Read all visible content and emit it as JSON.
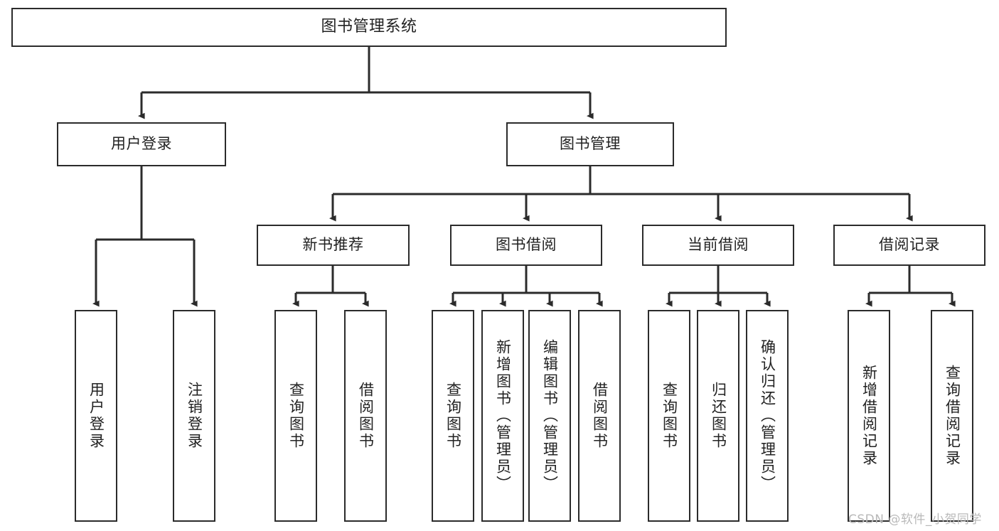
{
  "diagram": {
    "type": "tree",
    "title": "图书管理系统",
    "orientation": "top-down",
    "colors": {
      "background": "#ffffff",
      "node_border": "#2b2b2b",
      "node_fill": "#ffffff",
      "edge": "#2b2b2b",
      "text": "#222222",
      "watermark": "#b9b9b9"
    },
    "nodes": {
      "root": {
        "label": "图书管理系统"
      },
      "level2": [
        {
          "id": "user-login",
          "label": "用户登录"
        },
        {
          "id": "book-manage",
          "label": "图书管理"
        }
      ],
      "level3": [
        {
          "id": "new-book-recommend",
          "label": "新书推荐"
        },
        {
          "id": "book-borrow",
          "label": "图书借阅"
        },
        {
          "id": "current-borrow",
          "label": "当前借阅"
        },
        {
          "id": "borrow-record",
          "label": "借阅记录"
        }
      ],
      "leaves": [
        {
          "id": "leaf-user-login",
          "label": "用户登录",
          "parent": "user-login"
        },
        {
          "id": "leaf-logout-login",
          "label": "注销登录",
          "parent": "user-login"
        },
        {
          "id": "leaf-query-book-1",
          "label": "查询图书",
          "parent": "new-book-recommend"
        },
        {
          "id": "leaf-borrow-book-1",
          "label": "借阅图书",
          "parent": "new-book-recommend"
        },
        {
          "id": "leaf-query-book-2",
          "label": "查询图书",
          "parent": "book-borrow"
        },
        {
          "id": "leaf-add-book",
          "label": "新增图书（管理员）",
          "parent": "book-borrow"
        },
        {
          "id": "leaf-edit-book",
          "label": "编辑图书（管理员）",
          "parent": "book-borrow"
        },
        {
          "id": "leaf-borrow-book-2",
          "label": "借阅图书",
          "parent": "book-borrow"
        },
        {
          "id": "leaf-query-book-3",
          "label": "查询图书",
          "parent": "current-borrow"
        },
        {
          "id": "leaf-return-book",
          "label": "归还图书",
          "parent": "current-borrow"
        },
        {
          "id": "leaf-confirm-return",
          "label": "确认归还（管理员）",
          "parent": "current-borrow"
        },
        {
          "id": "leaf-add-record",
          "label": "新增借阅记录",
          "parent": "borrow-record"
        },
        {
          "id": "leaf-query-record",
          "label": "查询借阅记录",
          "parent": "borrow-record"
        }
      ]
    },
    "watermark": "CSDN @软件_小贺同学"
  }
}
